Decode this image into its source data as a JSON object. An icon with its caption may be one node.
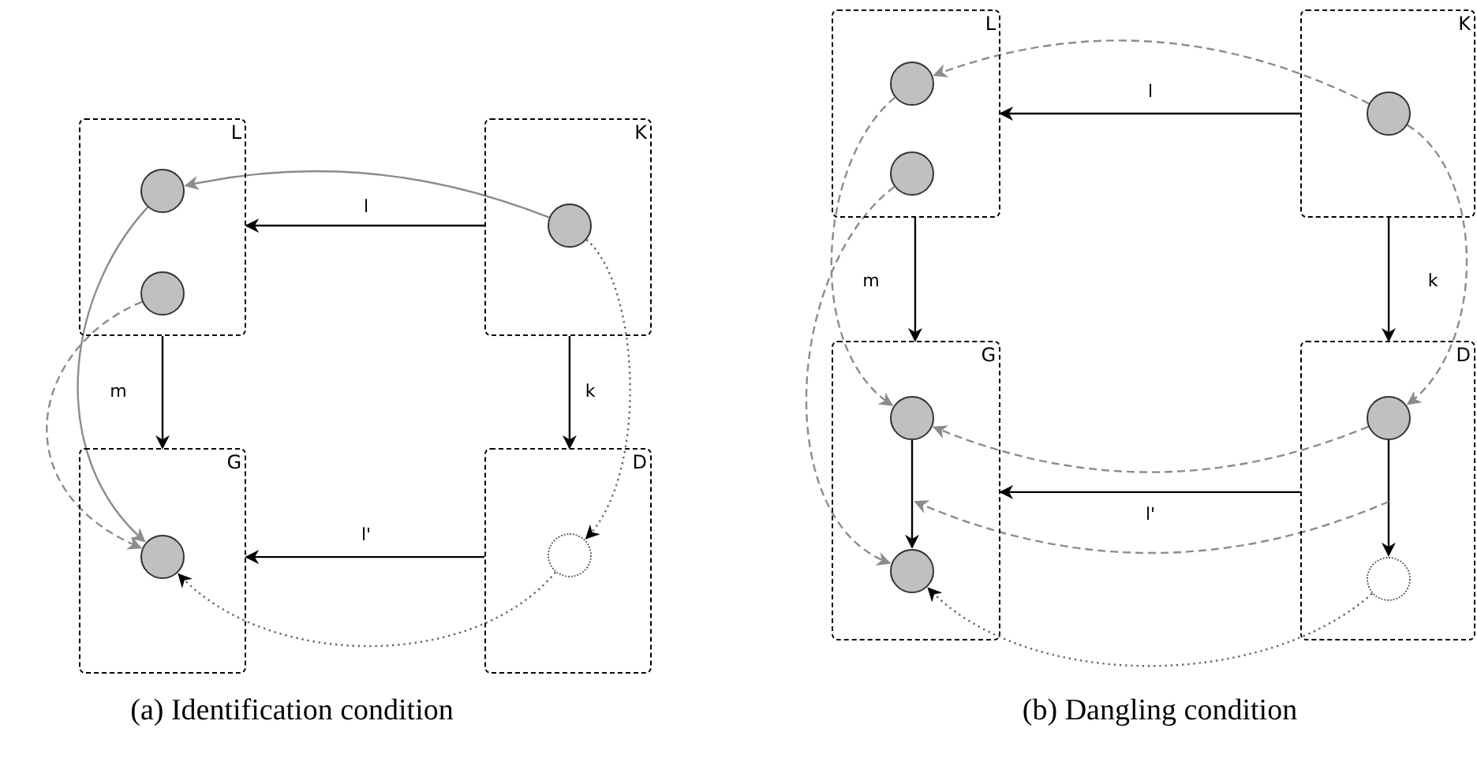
{
  "diagram": {
    "nodes": [
      {
        "text": [
          "L"
        ]
      },
      {
        "text": [],
        "shape": "circle",
        "in": 0
      },
      {
        "text": [],
        "shape": "circle",
        "in": 0
      },
      {
        "text": [
          "K"
        ]
      },
      {
        "text": [],
        "shape": "circle",
        "in": 3
      },
      {
        "text": [
          "G"
        ]
      },
      {
        "text": [],
        "shape": "circle",
        "in": 5
      },
      {
        "text": [
          "D"
        ]
      },
      {
        "text": [],
        "shape": "circle",
        "in": 7
      },
      {
        "text": [
          "L"
        ]
      },
      {
        "text": [],
        "shape": "circle",
        "in": 9
      },
      {
        "text": [],
        "shape": "circle",
        "in": 9
      },
      {
        "text": [
          "K"
        ]
      },
      {
        "text": [],
        "shape": "circle",
        "in": 12
      },
      {
        "text": [
          "G"
        ]
      },
      {
        "text": [],
        "shape": "circle",
        "in": 14
      },
      {
        "text": [],
        "shape": "circle",
        "in": 14
      },
      {
        "text": [
          "D"
        ]
      },
      {
        "text": [],
        "shape": "circle",
        "in": 17
      },
      {
        "text": [],
        "shape": "circle",
        "in": 17
      }
    ],
    "edges": [
      {
        "from": 3,
        "to": 0,
        "arrow": "to",
        "label": "l"
      },
      {
        "from": 0,
        "to": 5,
        "arrow": "to",
        "label": "m"
      },
      {
        "from": 3,
        "to": 7,
        "arrow": "to",
        "label": "k"
      },
      {
        "from": 7,
        "to": 5,
        "arrow": "to",
        "label": "l'"
      },
      {
        "from": 4,
        "to": 1,
        "arrow": "to",
        "color": "#8c8c8c"
      },
      {
        "from": 1,
        "to": 6,
        "arrow": "to",
        "color": "#8c8c8c"
      },
      {
        "from": 2,
        "to": 6,
        "arrow": "to",
        "style": "dashed",
        "color": "#8c8c8c"
      },
      {
        "from": 4,
        "to": 8,
        "arrow": "to",
        "style": "dashed",
        "color": "#666666"
      },
      {
        "from": 8,
        "to": 6,
        "arrow": "to",
        "style": "dashed",
        "color": "#666666"
      },
      {
        "from": 12,
        "to": 9,
        "arrow": "to",
        "label": "l"
      },
      {
        "from": 9,
        "to": 14,
        "arrow": "to",
        "label": "m"
      },
      {
        "from": 12,
        "to": 17,
        "arrow": "to",
        "label": "k"
      },
      {
        "from": 17,
        "to": 14,
        "arrow": "to",
        "label": "l'"
      },
      {
        "from": 15,
        "to": 16,
        "arrow": "to"
      },
      {
        "from": 18,
        "to": 19,
        "arrow": "to"
      },
      {
        "from": 13,
        "to": 10,
        "arrow": "to",
        "style": "dashed",
        "color": "#8c8c8c"
      },
      {
        "from": 10,
        "to": 15,
        "arrow": "to",
        "style": "dashed",
        "color": "#8c8c8c"
      },
      {
        "from": 11,
        "to": 16,
        "arrow": "to",
        "style": "dashed",
        "color": "#8c8c8c"
      },
      {
        "from": 13,
        "to": 18,
        "arrow": "to",
        "style": "dashed",
        "color": "#8c8c8c"
      },
      {
        "from": 18,
        "to": 15,
        "arrow": "to",
        "style": "dashed",
        "color": "#8c8c8c"
      },
      {
        "from": null,
        "to": 14,
        "arrow": "to",
        "style": "dashed",
        "color": "#8c8c8c"
      },
      {
        "from": 19,
        "to": 16,
        "arrow": "to",
        "style": "dashed",
        "color": "#666666"
      }
    ],
    "labels": [
      "(a) Identification condition",
      "(b) Dangling condition"
    ]
  }
}
